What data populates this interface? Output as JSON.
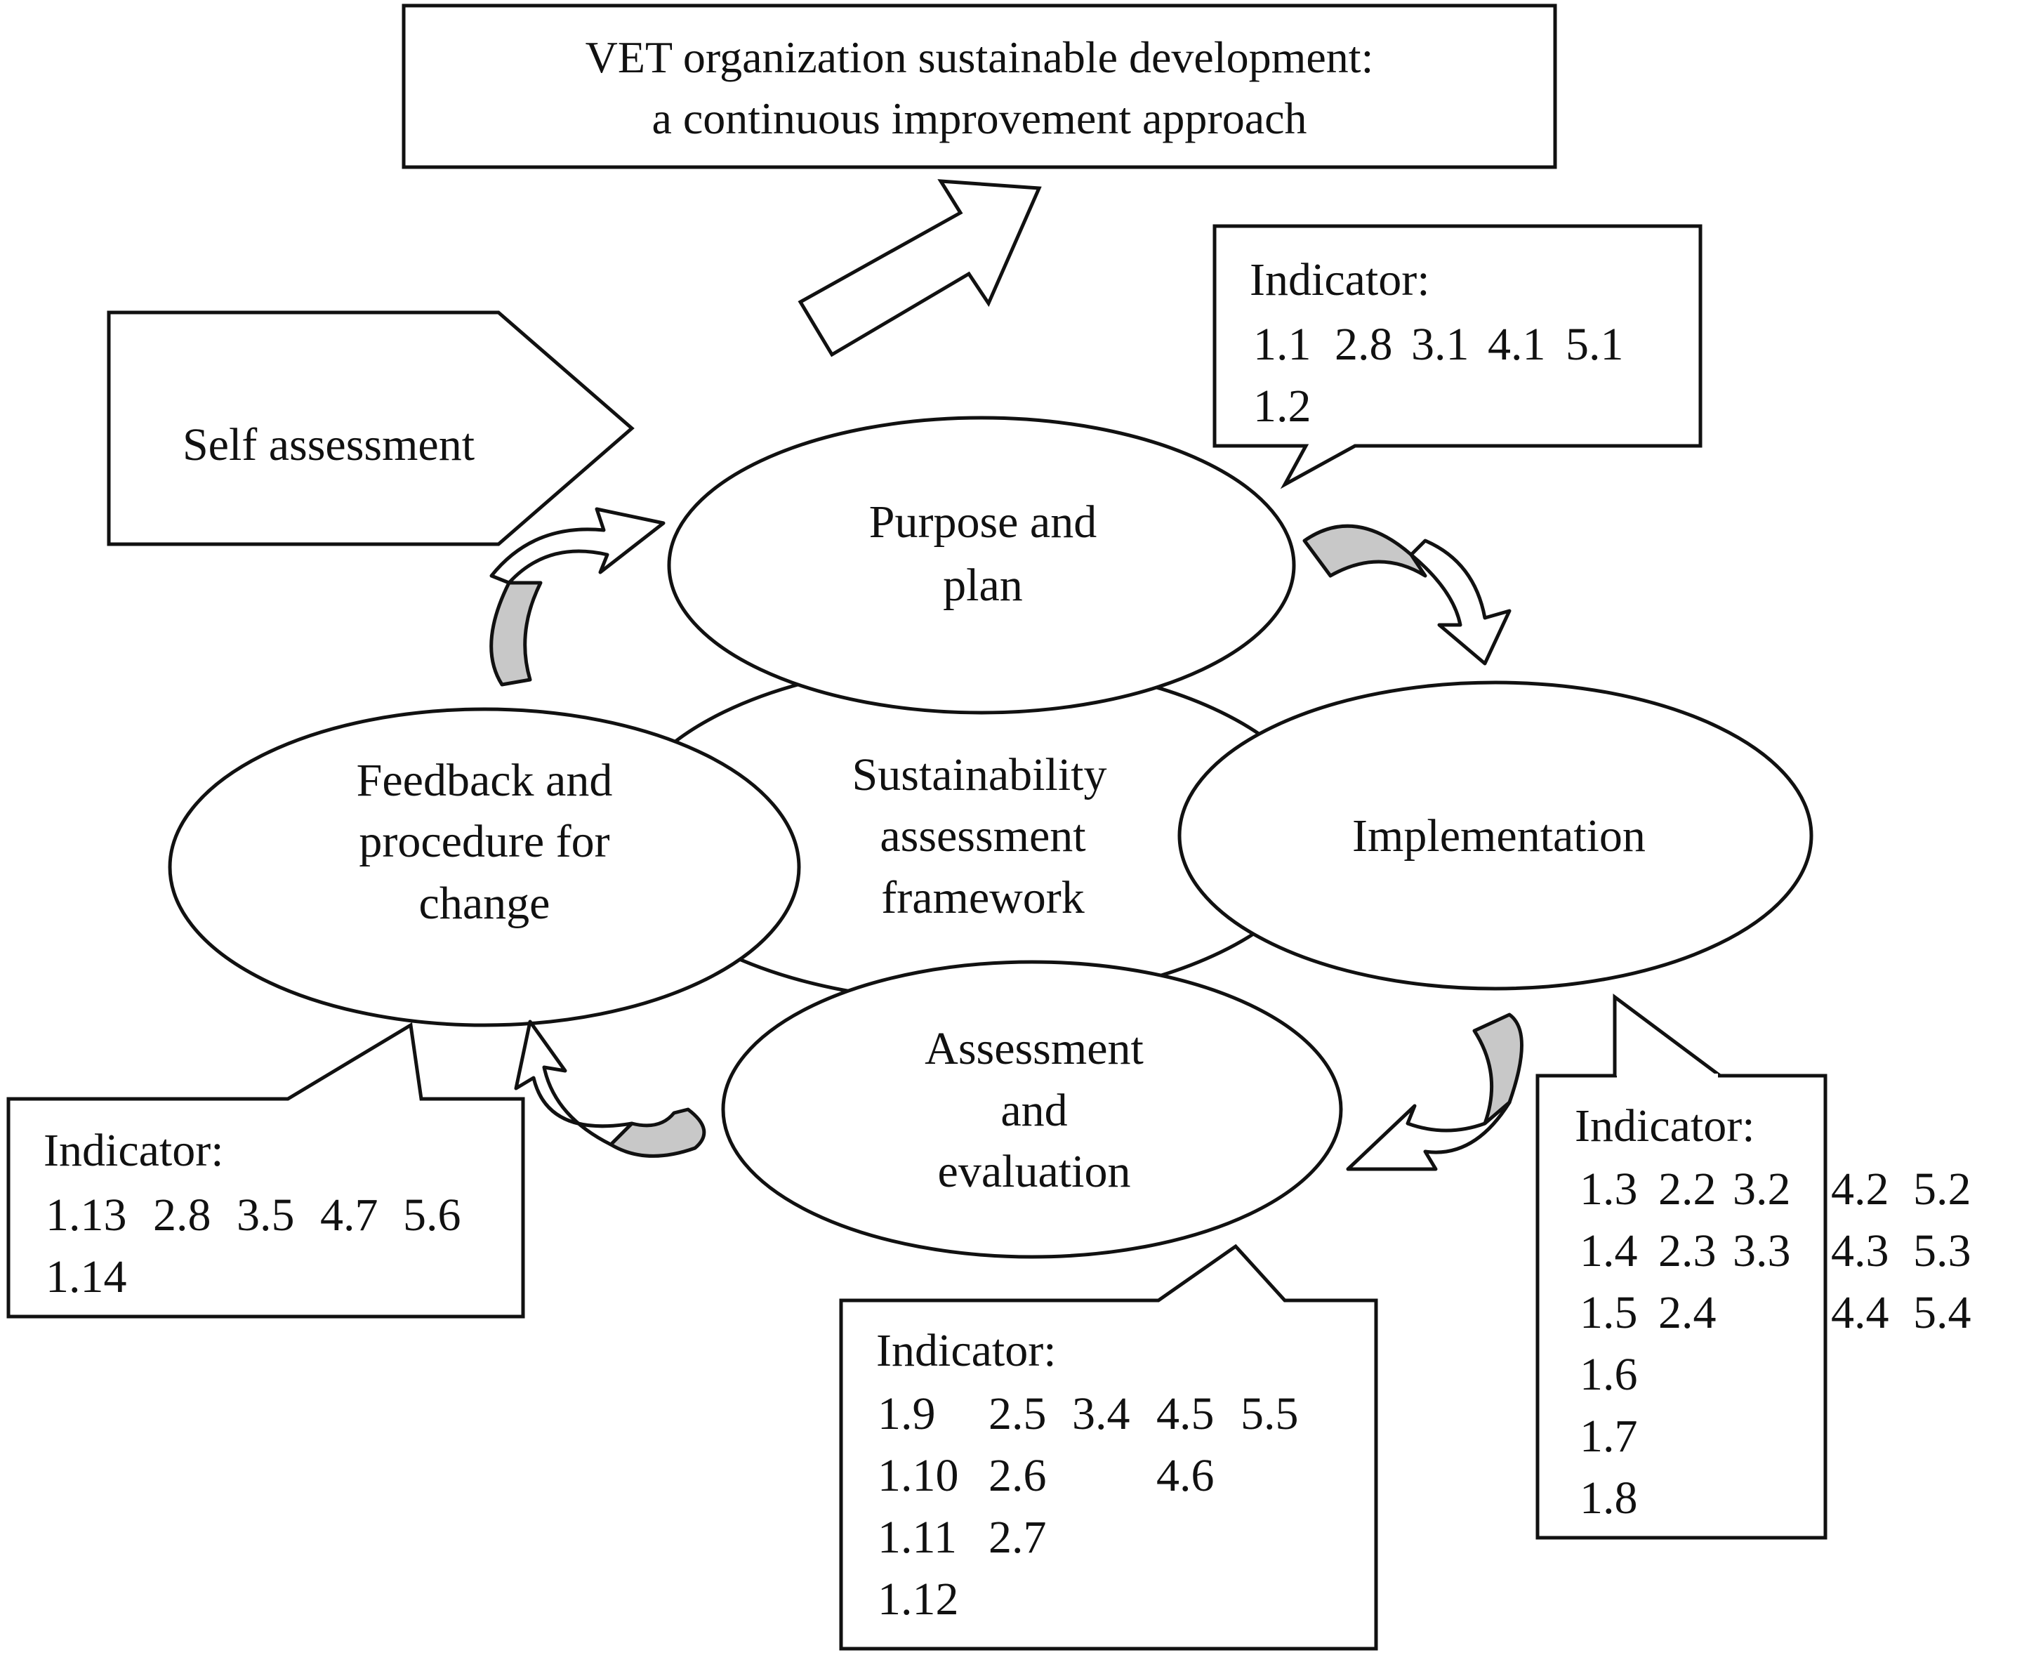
{
  "title_box": {
    "line1": "VET organization sustainable development:",
    "line2": "a continuous improvement approach"
  },
  "self_assessment": "Self assessment",
  "center": {
    "line1": "Sustainability",
    "line2": "assessment",
    "line3": "framework"
  },
  "stages": {
    "purpose": {
      "line1": "Purpose and",
      "line2": "plan"
    },
    "implementation": {
      "line1": "Implementation"
    },
    "assessment": {
      "line1": "Assessment",
      "line2": "and",
      "line3": "evaluation"
    },
    "feedback": {
      "line1": "Feedback and",
      "line2": "procedure for",
      "line3": "change"
    }
  },
  "indicators": {
    "purpose": {
      "heading": "Indicator:",
      "rows": [
        [
          "1.1",
          "2.8",
          "3.1",
          "4.1",
          "5.1"
        ],
        [
          "1.2"
        ]
      ]
    },
    "implementation": {
      "heading": "Indicator:",
      "rows": [
        [
          "1.3",
          "2.2",
          "3.2",
          "4.2",
          "5.2"
        ],
        [
          "1.4",
          "2.3",
          "3.3",
          "4.3",
          "5.3"
        ],
        [
          "1.5",
          "2.4",
          "",
          "4.4",
          "5.4"
        ],
        [
          "1.6"
        ],
        [
          "1.7"
        ],
        [
          "1.8"
        ]
      ]
    },
    "assessment": {
      "heading": "Indicator:",
      "rows": [
        [
          "1.9",
          "2.5",
          "3.4",
          "4.5",
          "5.5"
        ],
        [
          "1.10",
          "2.6",
          "",
          "4.6"
        ],
        [
          "1.11",
          "2.7"
        ],
        [
          "1.12"
        ]
      ]
    },
    "feedback": {
      "heading": "Indicator:",
      "rows": [
        [
          "1.13",
          "2.8",
          "3.5",
          "4.7",
          "5.6"
        ],
        [
          "1.14"
        ]
      ]
    }
  }
}
